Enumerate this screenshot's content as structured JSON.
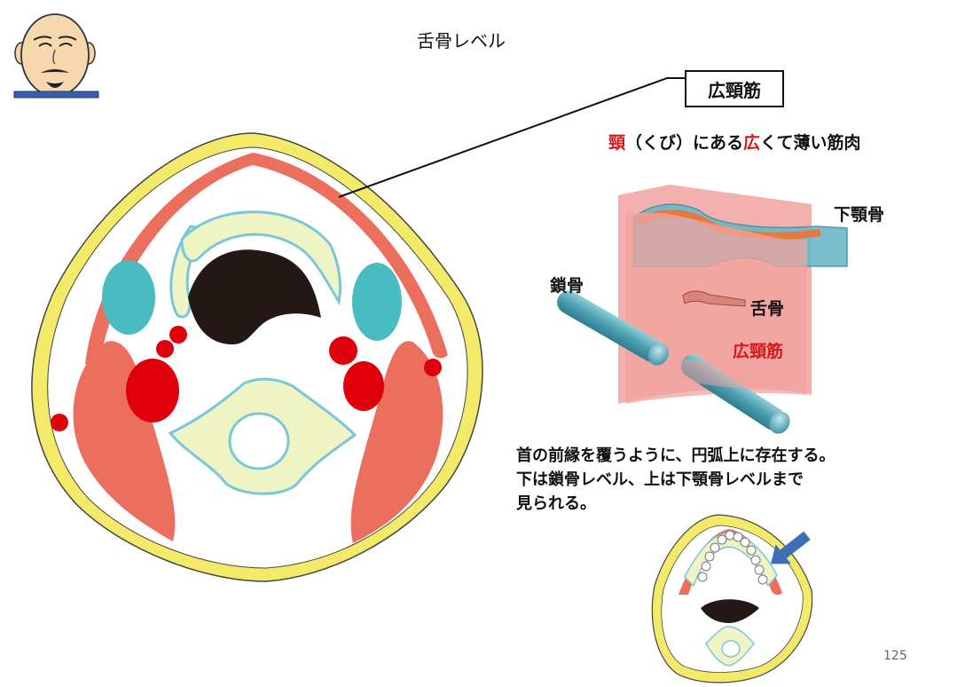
{
  "slide": {
    "title": "舌骨レベル",
    "box_label": "広頸筋",
    "subtitle_parts": [
      {
        "text": "頸",
        "color": "#d21a1a"
      },
      {
        "text": "（くび）にある",
        "color": "#111111"
      },
      {
        "text": "広",
        "color": "#d21a1a"
      },
      {
        "text": "くて薄い筋肉",
        "color": "#111111"
      }
    ],
    "labels": {
      "mandible": "下顎骨",
      "clavicle": "鎖骨",
      "hyoid": "舌骨",
      "platysma": "広頸筋"
    },
    "description": [
      "首の前縁を覆うように、円弧上に存在する。",
      "下は鎖骨レベル、上は下顎骨レベルまで",
      "見られる。"
    ],
    "page_number": "125"
  },
  "colors": {
    "skin_layer": "#f3ea6a",
    "platysma": "#ec6f5e",
    "muscle_teal": "#48bcc0",
    "vessels": "#e0000b",
    "airway": "#231815",
    "cartilage_fill": "#eef4c4",
    "cartilage_outline": "#7cc6dc",
    "highlight_red": "#d21a1a",
    "arrow_blue": "#3b6eb5"
  }
}
